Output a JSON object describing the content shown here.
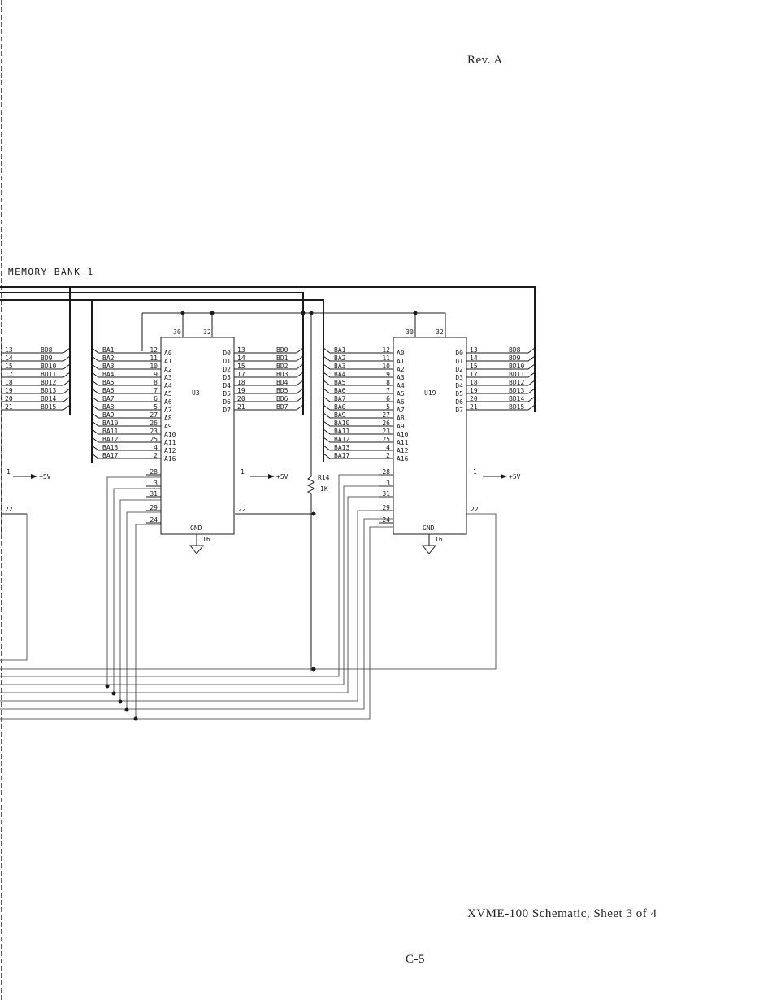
{
  "header": {
    "revision": "Rev. A"
  },
  "footer": {
    "caption": "XVME-100 Schematic, Sheet 3 of 4",
    "page_number": "C-5"
  },
  "bank_title": "MEMORY BANK 1",
  "power_label": "+5V",
  "gnd_label": "GND",
  "gnd_pin": "16",
  "resistor": {
    "ref": "R14",
    "value": "1K"
  },
  "left_partial": {
    "pins": [
      "13",
      "14",
      "15",
      "17",
      "18",
      "19",
      "20",
      "21"
    ],
    "nets": [
      "BD8",
      "BD9",
      "BD10",
      "BD11",
      "BD12",
      "BD13",
      "BD14",
      "BD15"
    ],
    "power_pin": "1",
    "out_pin": "22"
  },
  "chips": [
    {
      "ref": "U3",
      "top_pins": [
        "30",
        "32"
      ],
      "addr_nets": [
        "BA1",
        "BA2",
        "BA3",
        "BA4",
        "BA5",
        "BA6",
        "BA7",
        "BA8",
        "BA9",
        "BA10",
        "BA11",
        "BA12",
        "BA13",
        "BA17"
      ],
      "addr_pin_nums": [
        "12",
        "11",
        "10",
        "9",
        "8",
        "7",
        "6",
        "5",
        "27",
        "26",
        "23",
        "25",
        "4",
        "2"
      ],
      "addr_pin_names": [
        "A0",
        "A1",
        "A2",
        "A3",
        "A4",
        "A5",
        "A6",
        "A7",
        "A8",
        "A9",
        "A10",
        "A11",
        "A12",
        "A16"
      ],
      "data_pin_names": [
        "D0",
        "D1",
        "D2",
        "D3",
        "D4",
        "D5",
        "D6",
        "D7"
      ],
      "data_pin_nums": [
        "13",
        "14",
        "15",
        "17",
        "18",
        "19",
        "20",
        "21"
      ],
      "data_nets": [
        "BD0",
        "BD1",
        "BD2",
        "BD3",
        "BD4",
        "BD5",
        "BD6",
        "BD7"
      ],
      "ctrl_pins": [
        "28",
        "3",
        "31",
        "29",
        "24"
      ],
      "power_pin": "1",
      "out_pin": "22"
    },
    {
      "ref": "U19",
      "top_pins": [
        "30",
        "32"
      ],
      "addr_nets": [
        "BA1",
        "BA2",
        "BA3",
        "BA4",
        "BA5",
        "BA6",
        "BA7",
        "BA0",
        "BA9",
        "BA10",
        "BA11",
        "BA12",
        "BA13",
        "BA17"
      ],
      "addr_pin_nums": [
        "12",
        "11",
        "10",
        "9",
        "8",
        "7",
        "6",
        "5",
        "27",
        "26",
        "23",
        "25",
        "4",
        "2"
      ],
      "addr_pin_names": [
        "A0",
        "A1",
        "A2",
        "A3",
        "A4",
        "A5",
        "A6",
        "A7",
        "A8",
        "A9",
        "A10",
        "A11",
        "A12",
        "A16"
      ],
      "data_pin_names": [
        "D0",
        "D1",
        "D2",
        "D3",
        "D4",
        "D5",
        "D6",
        "D7"
      ],
      "data_pin_nums": [
        "13",
        "14",
        "15",
        "17",
        "18",
        "19",
        "20",
        "21"
      ],
      "data_nets": [
        "BD8",
        "BD9",
        "BD10",
        "BD11",
        "BD12",
        "BD13",
        "BD14",
        "BD15"
      ],
      "ctrl_pins": [
        "28",
        "3",
        "31",
        "29",
        "24"
      ],
      "power_pin": "1",
      "out_pin": "22"
    }
  ]
}
